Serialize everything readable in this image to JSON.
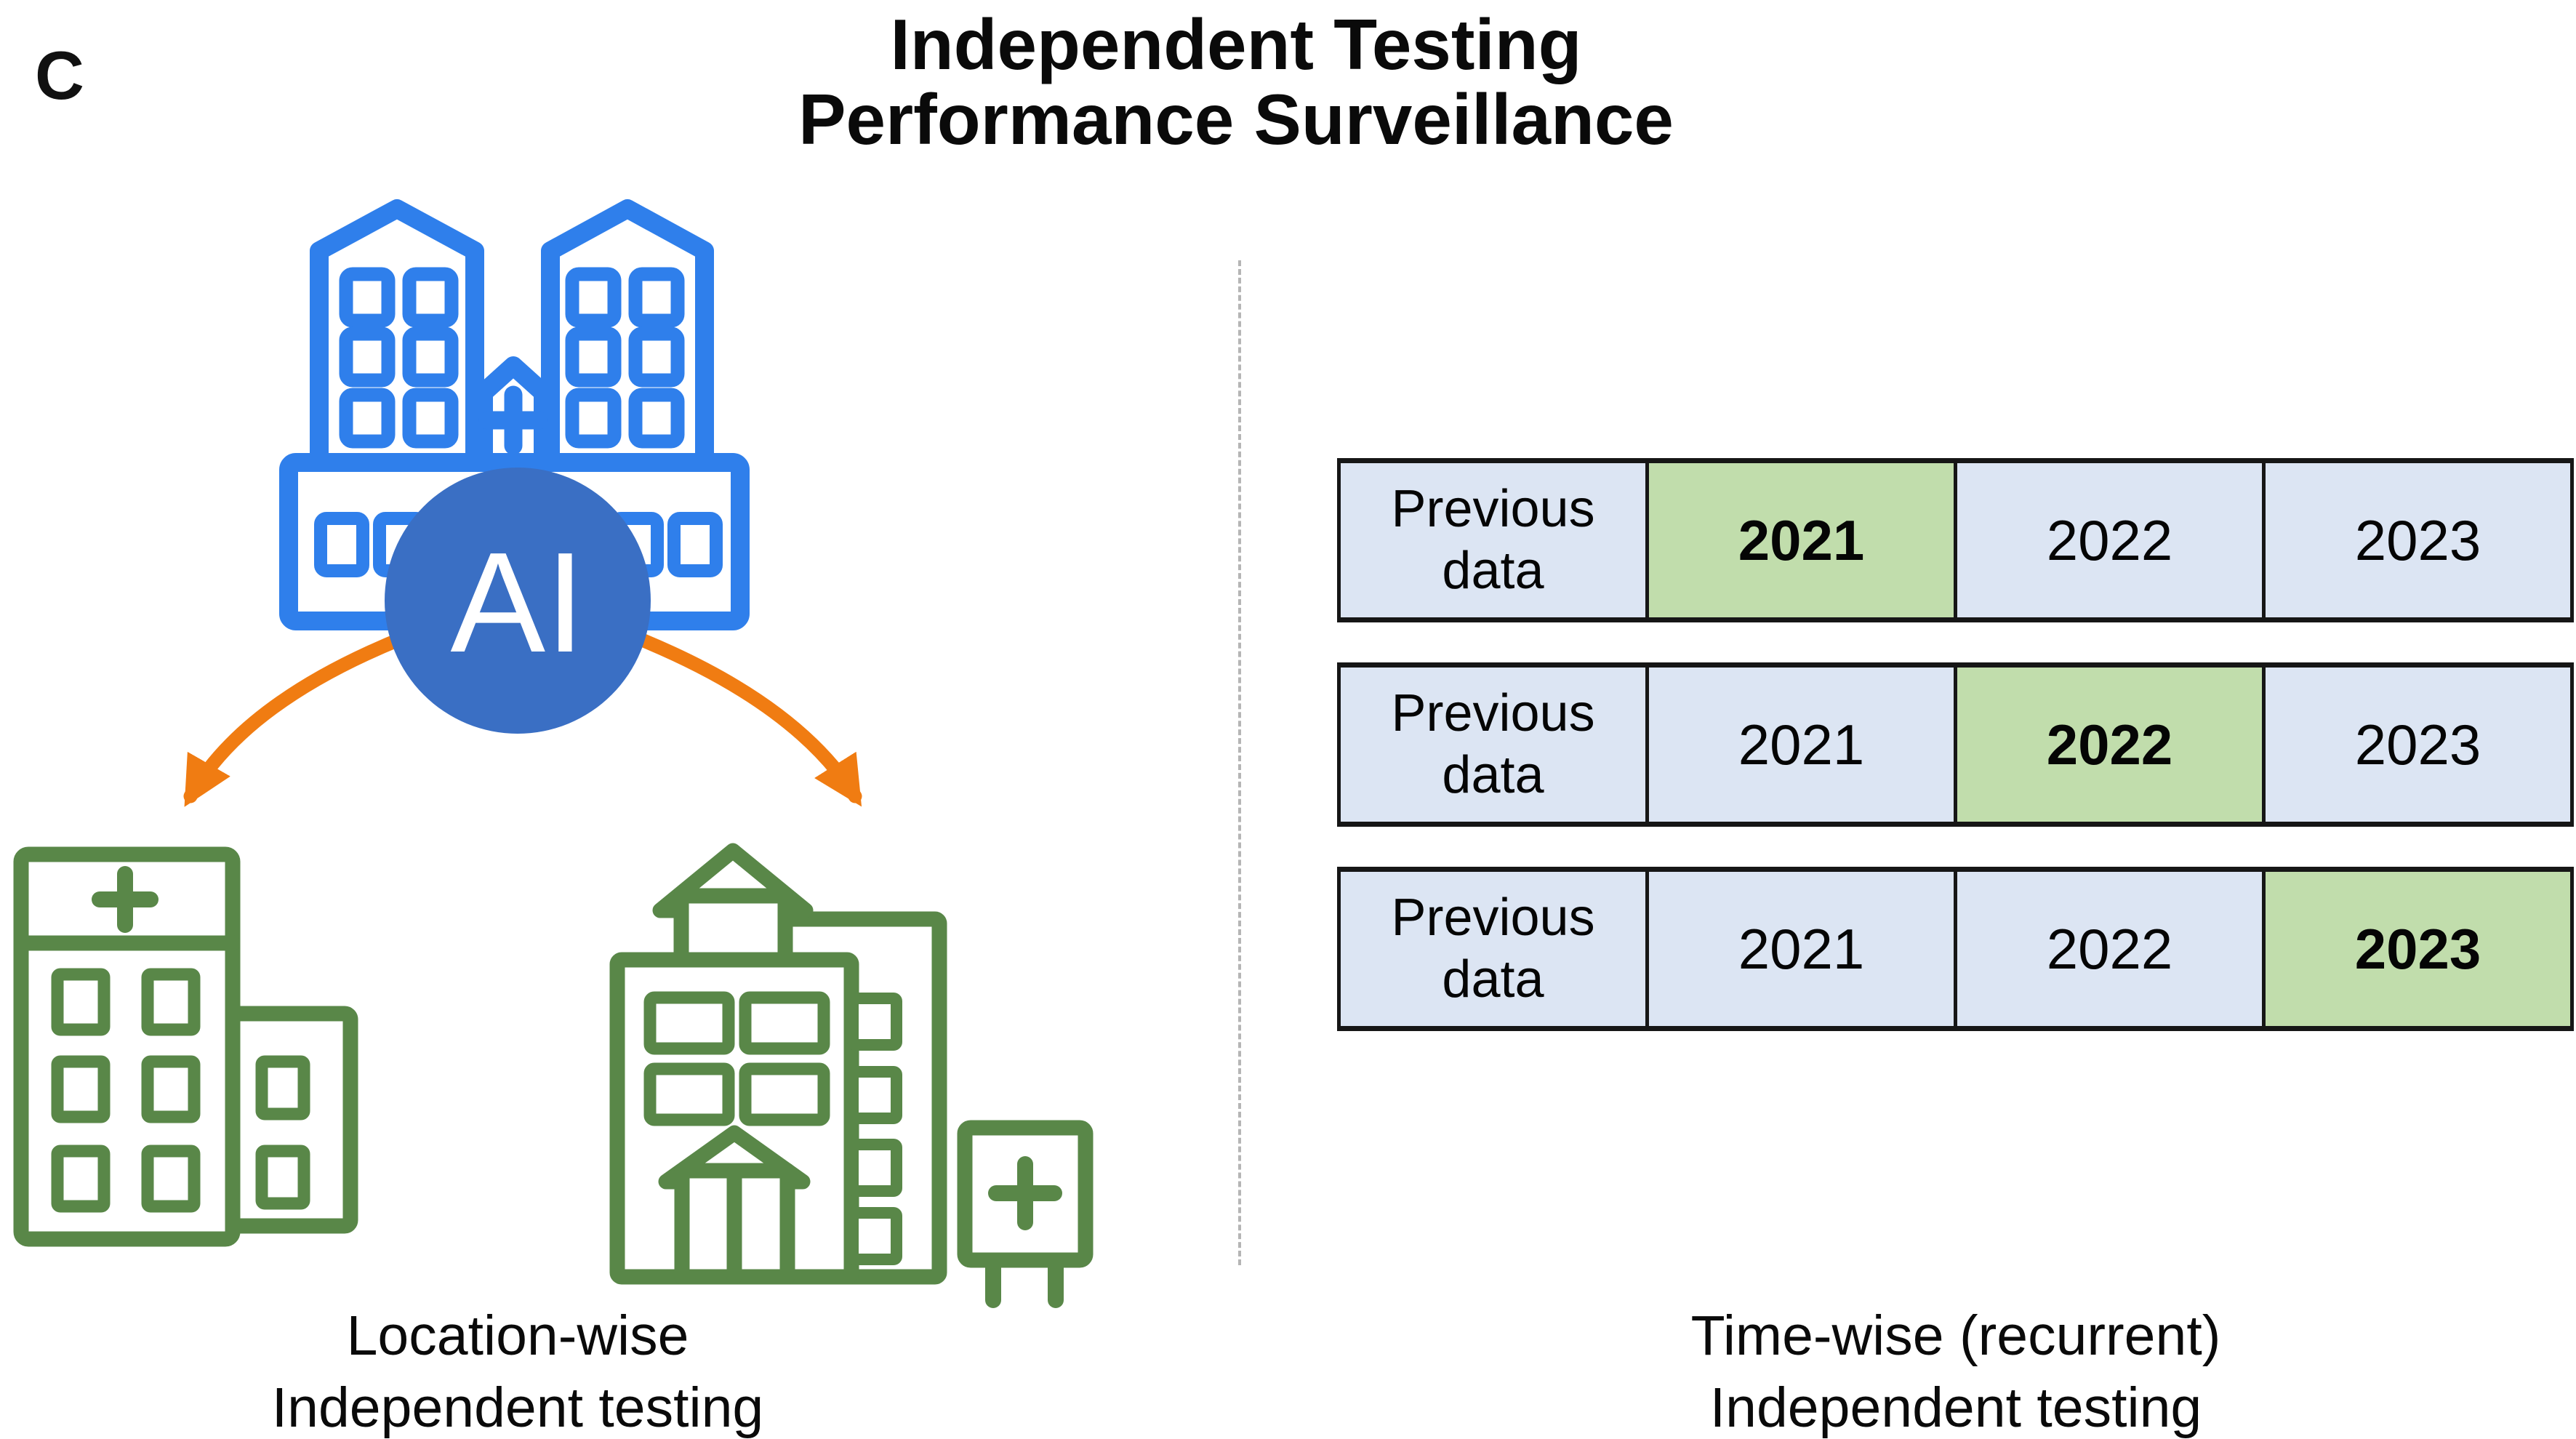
{
  "panel_label": "C",
  "title": {
    "line1": "Independent Testing",
    "line2": "Performance Surveillance"
  },
  "left_section": {
    "ai_badge_label": "AI",
    "caption_line1": "Location-wise",
    "caption_line2": "Independent testing",
    "icons": {
      "source": "hospital-cluster-blue-icon",
      "targets": [
        "hospital-green-left-icon",
        "hospital-green-right-icon"
      ],
      "arrows": [
        "curved-arrow-left",
        "curved-arrow-right"
      ]
    }
  },
  "right_section": {
    "caption_line1": "Time-wise (recurrent)",
    "caption_line2": "Independent testing",
    "rows": [
      {
        "cells": [
          {
            "label": "Previous data",
            "highlight": false
          },
          {
            "label": "2021",
            "highlight": true
          },
          {
            "label": "2022",
            "highlight": false
          },
          {
            "label": "2023",
            "highlight": false
          }
        ]
      },
      {
        "cells": [
          {
            "label": "Previous data",
            "highlight": false
          },
          {
            "label": "2021",
            "highlight": false
          },
          {
            "label": "2022",
            "highlight": true
          },
          {
            "label": "2023",
            "highlight": false
          }
        ]
      },
      {
        "cells": [
          {
            "label": "Previous data",
            "highlight": false
          },
          {
            "label": "2021",
            "highlight": false
          },
          {
            "label": "2022",
            "highlight": false
          },
          {
            "label": "2023",
            "highlight": true
          }
        ]
      }
    ]
  },
  "colors": {
    "blue_outline": "#2F7FEB",
    "ai_circle_fill": "#3A6FC4",
    "orange_arrow": "#F07C12",
    "green_outline": "#598748",
    "cell_blue": "#dce5f3",
    "cell_green_highlight": "#c1ddac",
    "cell_border": "#161616",
    "divider_gray": "#b5b5b5"
  }
}
